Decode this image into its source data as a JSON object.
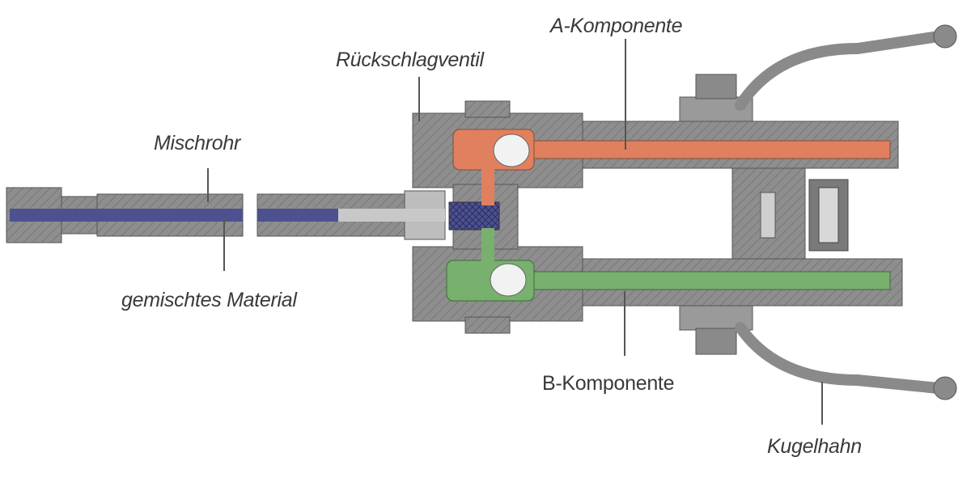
{
  "labels": {
    "a_component": "A-Komponente",
    "check_valve": "Rückschlagventil",
    "mixing_tube": "Mischrohr",
    "mixed_material": "gemischtes Material",
    "b_component": "B-Komponente",
    "ball_valve": "Kugelhahn"
  },
  "colors": {
    "body": "#8c8c8c",
    "body_dark": "#5f5f5f",
    "a_component": "#e0805f",
    "b_component": "#78b06e",
    "mixed_material": "#4d5190",
    "leader": "#555555"
  }
}
